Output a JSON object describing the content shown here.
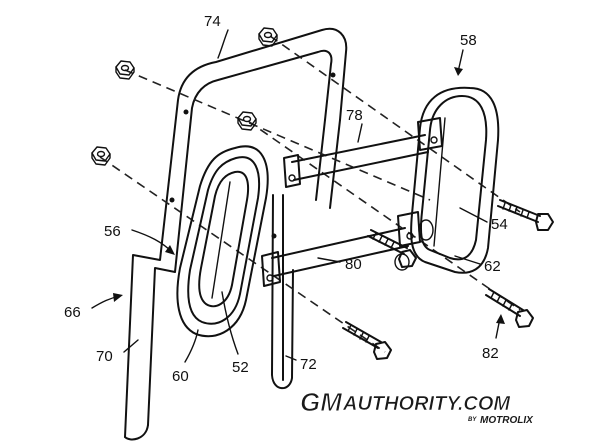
{
  "labels": {
    "l74": "74",
    "l58": "58",
    "l78": "78",
    "l56": "56",
    "l54": "54",
    "l62": "62",
    "l80": "80",
    "l66": "66",
    "l70": "70",
    "l60": "60",
    "l52": "52",
    "l72": "72",
    "l82": "82"
  },
  "watermark": {
    "brand_gm": "GM",
    "brand_rest": "AUTHORITY.COM",
    "by": "BY",
    "partner": "MOTROLIX"
  },
  "colors": {
    "ink": "#111111",
    "watermark_fill": "#1a1a1a",
    "watermark_outline": "#ffffff"
  }
}
